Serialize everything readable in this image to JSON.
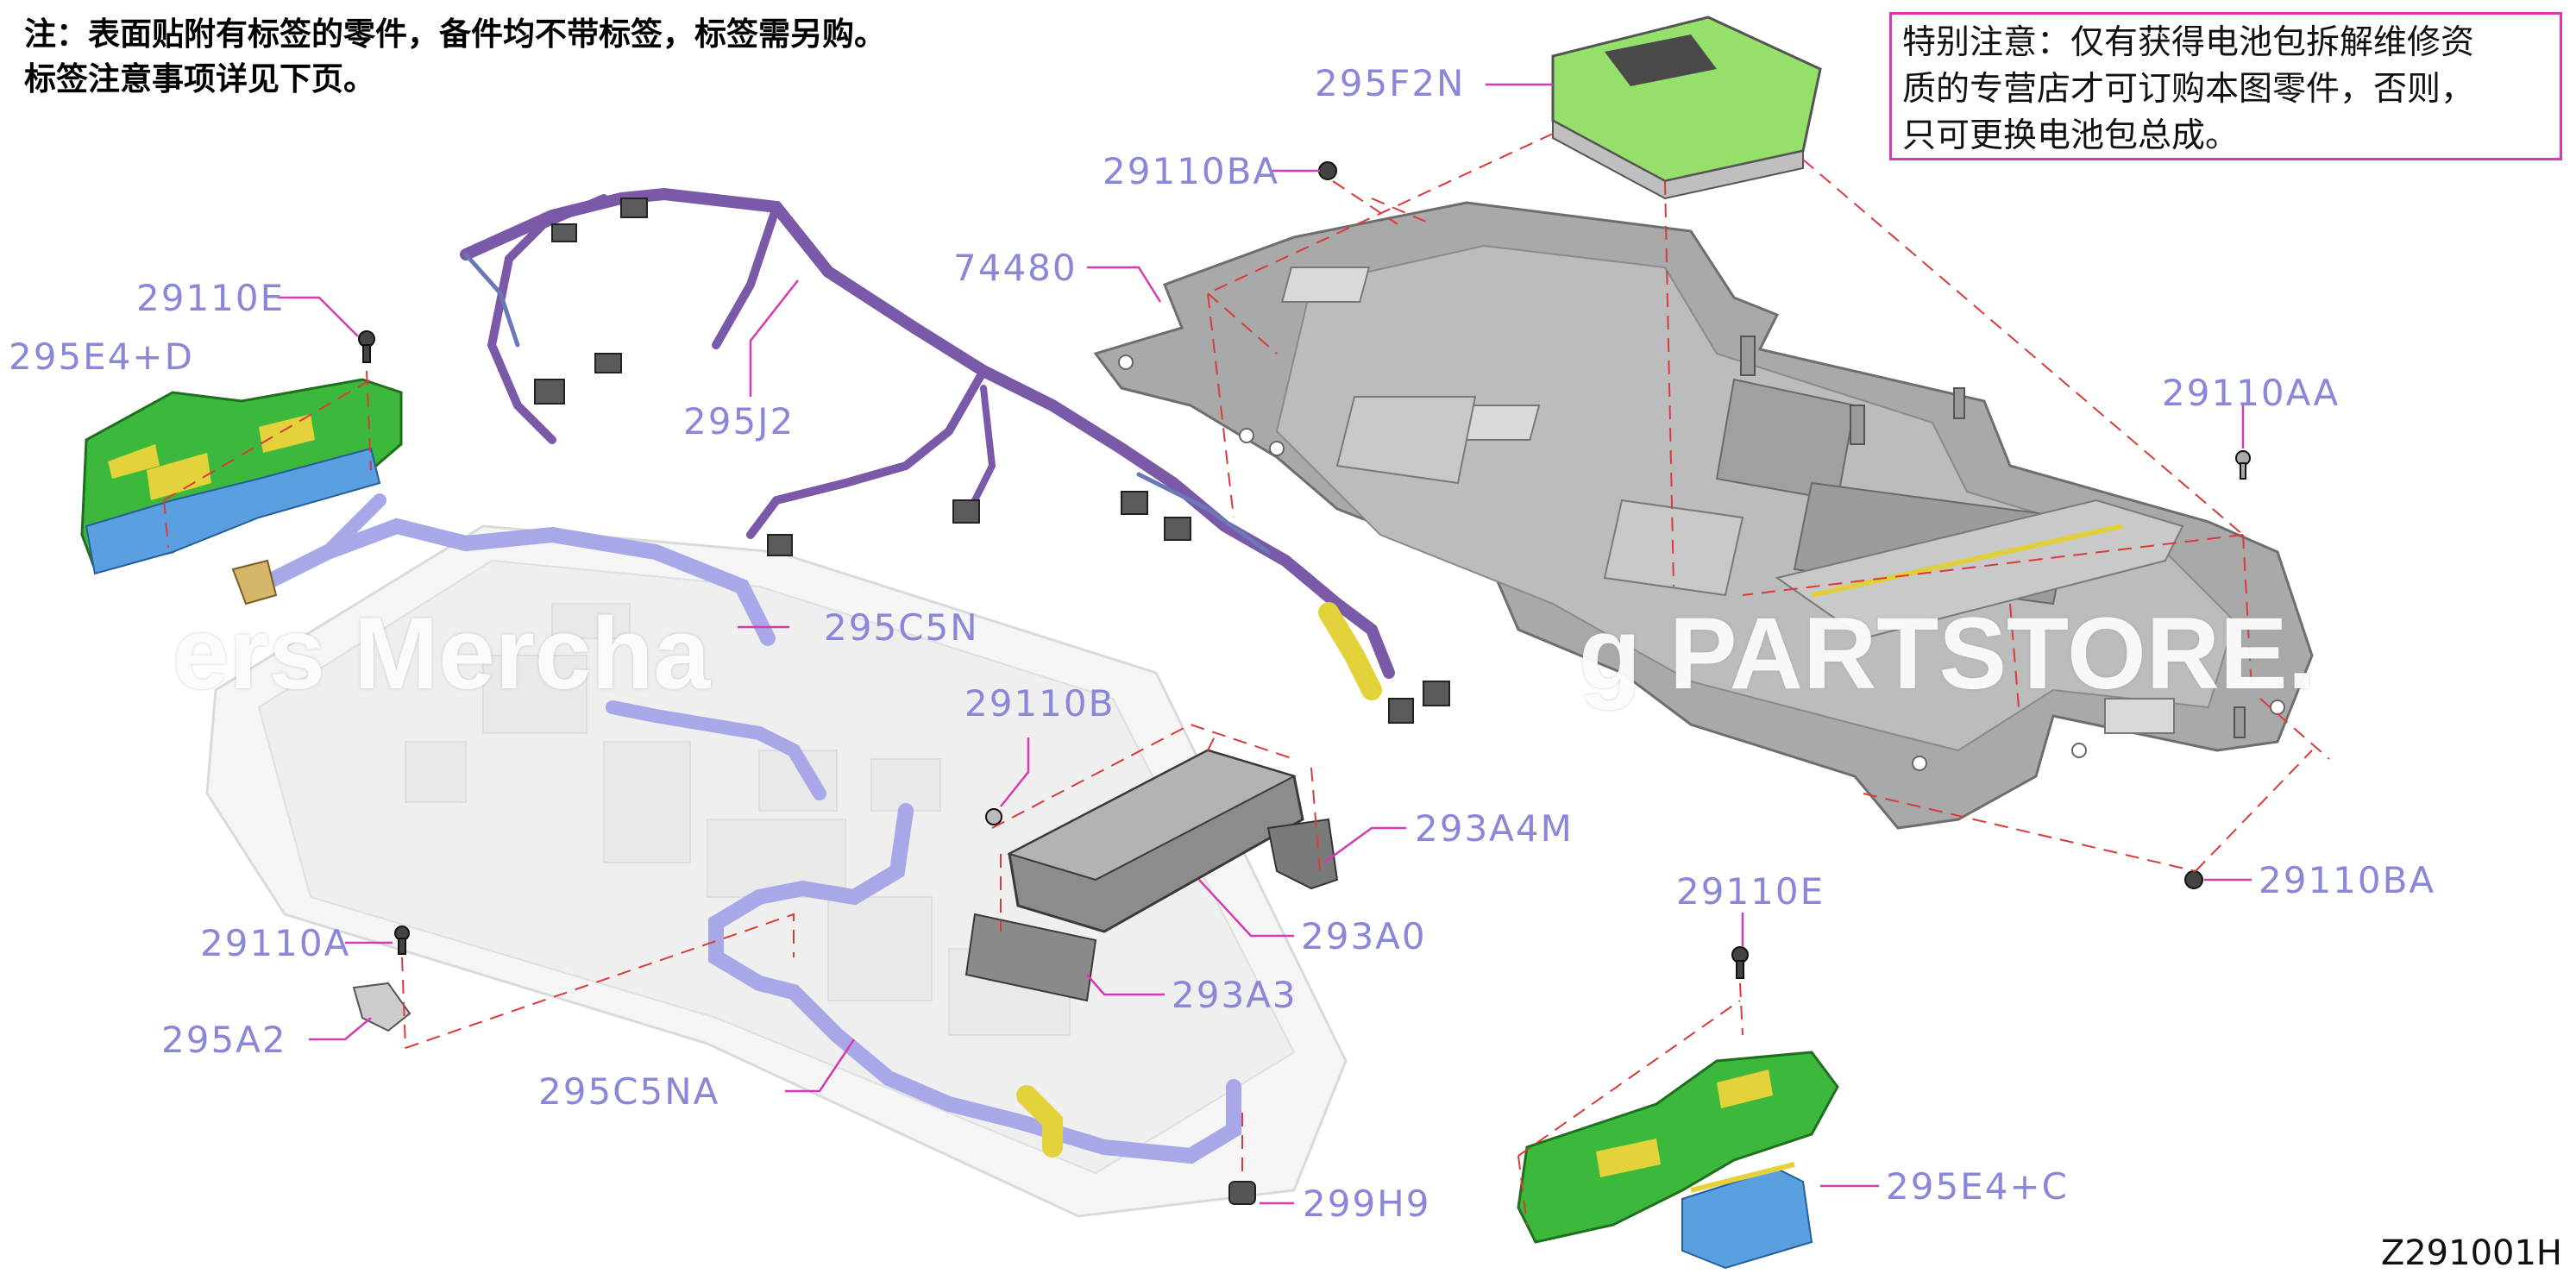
{
  "notes": {
    "top_line1": "注：表面贴附有标签的零件，备件均不带标签，标签需另购。",
    "top_line2": "标签注意事项详见下页。",
    "special_line1": "特别注意：仅有获得电池包拆解维修资",
    "special_line2": "质的专营店才可订购本图零件，否则，",
    "special_line3": "只可更换电池包总成。"
  },
  "watermark": {
    "left": "ers Mercha",
    "right": "g PARTSTORE."
  },
  "diagram_id": "Z291001H",
  "callouts": {
    "p295F2N": "295F2N",
    "p29110BA_top": "29110BA",
    "p74480": "74480",
    "p29110E_left": "29110E",
    "p295E4D": "295E4+D",
    "p295J2": "295J2",
    "p29110AA": "29110AA",
    "p295C5N": "295C5N",
    "p29110B": "29110B",
    "p293A4M": "293A4M",
    "p29110BA_right": "29110BA",
    "p29110E_right": "29110E",
    "p29110A": "29110A",
    "p293A0": "293A0",
    "p295A2": "295A2",
    "p293A3": "293A3",
    "p295C5NA": "295C5NA",
    "p295E4C": "295E4+C",
    "p299H9": "299H9"
  },
  "colors": {
    "callout_text": "#8a86d8",
    "leader_line": "#d63ab0",
    "dashed_line": "#d93a3a",
    "module_green": "#3cb93c",
    "label_yellow": "#e3d23a",
    "base_blue": "#5aa0e0",
    "harness_purple": "#7a5aa8",
    "pipe_lavender": "#a8a8e8",
    "tray_gray": "#a9a9a9"
  }
}
